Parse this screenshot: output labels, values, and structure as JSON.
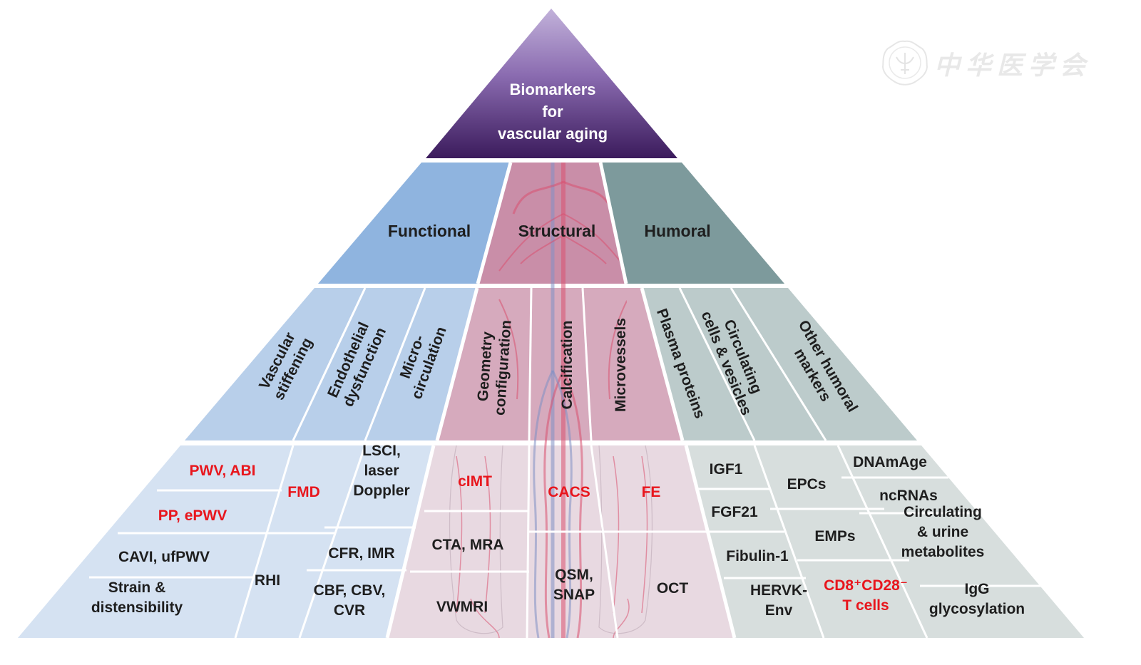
{
  "title": {
    "lines": [
      "Biomarkers",
      "for",
      "vascular aging"
    ]
  },
  "watermark": {
    "logo_icon": "chinese-medical-association-seal-icon",
    "text": "中华医学会"
  },
  "colors": {
    "apex_top": "#b8a6d2",
    "apex_bottom": "#3d1c5e",
    "functional": "#8fb4df",
    "structural": "#c98ea8",
    "humoral": "#7d9a9c",
    "functional_light": "#b8cfea",
    "structural_light": "#d6aabd",
    "humoral_light": "#bccbcb",
    "functional_pale": "#d5e2f2",
    "structural_pale": "#e8d9e1",
    "humoral_pale": "#d7dedd",
    "highlight_text": "#e8161d",
    "normal_text": "#1e1e1e"
  },
  "categories": [
    {
      "label": "Functional"
    },
    {
      "label": "Structural"
    },
    {
      "label": "Humoral"
    }
  ],
  "subcategories": {
    "functional": [
      {
        "lines": [
          "Vascular",
          "stiffening"
        ]
      },
      {
        "lines": [
          "Endothelial",
          "dysfunction"
        ]
      },
      {
        "lines": [
          "Micro-",
          "circulation"
        ]
      }
    ],
    "structural": [
      {
        "lines": [
          "Geometry",
          "configuration"
        ]
      },
      {
        "lines": [
          "Calcification"
        ]
      },
      {
        "lines": [
          "Microvessels"
        ]
      }
    ],
    "humoral": [
      {
        "lines": [
          "Plasma proteins"
        ]
      },
      {
        "lines": [
          "Circulating",
          "cells & vesicles"
        ]
      },
      {
        "lines": [
          "Other humoral",
          "markers"
        ]
      }
    ]
  },
  "markers": {
    "vascular_stiffening": [
      {
        "lines": [
          "PWV, ABI"
        ],
        "highlight": true
      },
      {
        "lines": [
          "PP, ePWV"
        ],
        "highlight": true
      },
      {
        "lines": [
          "CAVI,  ufPWV"
        ],
        "highlight": false
      },
      {
        "lines": [
          "Strain &",
          "distensibility"
        ],
        "highlight": false
      }
    ],
    "endothelial_dysfunction": [
      {
        "lines": [
          "FMD"
        ],
        "highlight": true
      },
      {
        "lines": [
          "RHI"
        ],
        "highlight": false
      }
    ],
    "microcirculation": [
      {
        "lines": [
          "LSCI,",
          "laser",
          "Doppler"
        ],
        "highlight": false
      },
      {
        "lines": [
          "CFR, IMR"
        ],
        "highlight": false
      },
      {
        "lines": [
          "CBF, CBV,",
          "CVR"
        ],
        "highlight": false
      }
    ],
    "geometry_configuration": [
      {
        "lines": [
          "cIMT"
        ],
        "highlight": true
      },
      {
        "lines": [
          "CTA, MRA"
        ],
        "highlight": false
      },
      {
        "lines": [
          "VWMRI"
        ],
        "highlight": false
      }
    ],
    "calcification": [
      {
        "lines": [
          "CACS"
        ],
        "highlight": true
      },
      {
        "lines": [
          "QSM,",
          "SNAP"
        ],
        "highlight": false
      }
    ],
    "microvessels": [
      {
        "lines": [
          "FE"
        ],
        "highlight": true
      },
      {
        "lines": [
          "OCT"
        ],
        "highlight": false
      }
    ],
    "plasma_proteins": [
      {
        "lines": [
          "IGF1"
        ],
        "highlight": false
      },
      {
        "lines": [
          "FGF21"
        ],
        "highlight": false
      },
      {
        "lines": [
          "Fibulin-1"
        ],
        "highlight": false
      },
      {
        "lines": [
          "HERVK-",
          "Env"
        ],
        "highlight": false
      }
    ],
    "circulating_cells_vesicles": [
      {
        "lines": [
          "EPCs"
        ],
        "highlight": false
      },
      {
        "lines": [
          "EMPs"
        ],
        "highlight": false
      },
      {
        "lines": [
          "CD8⁺CD28⁻",
          "T cells"
        ],
        "highlight": true
      }
    ],
    "other_humoral": [
      {
        "lines": [
          "DNAmAge"
        ],
        "highlight": false
      },
      {
        "lines": [
          "ncRNAs"
        ],
        "highlight": false
      },
      {
        "lines": [
          "Circulating",
          "& urine",
          "metabolites"
        ],
        "highlight": false
      },
      {
        "lines": [
          "IgG",
          "glycosylation"
        ],
        "highlight": false
      }
    ]
  }
}
